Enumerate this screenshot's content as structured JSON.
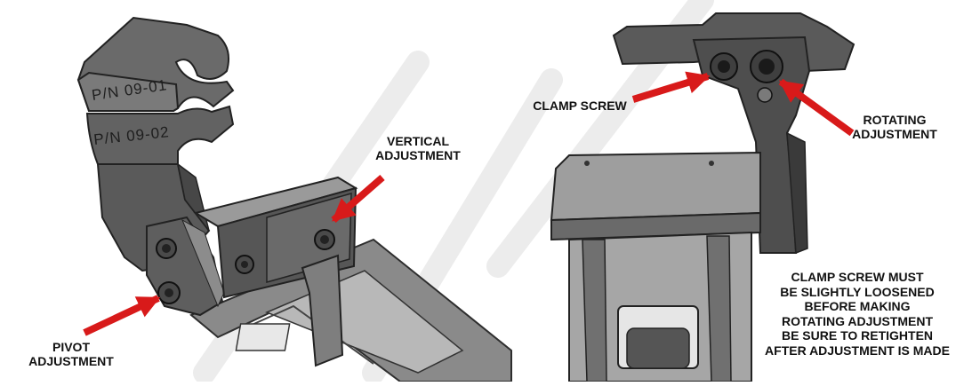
{
  "part_numbers": [
    "P/N  09-01",
    "P/N  09-02"
  ],
  "labels": {
    "vertical": [
      "VERTICAL",
      "ADJUSTMENT"
    ],
    "pivot": [
      "PIVOT",
      "ADJUSTMENT"
    ],
    "clamp_screw": "CLAMP SCREW",
    "rotating": [
      "ROTATING",
      "ADJUSTMENT"
    ],
    "note": [
      "CLAMP SCREW MUST",
      "BE SLIGHTLY LOOSENED",
      "BEFORE MAKING",
      "ROTATING ADJUSTMENT",
      "BE SURE TO RETIGHTEN",
      "AFTER ADJUSTMENT IS MADE"
    ]
  },
  "colors": {
    "arrow": "#d81a1a",
    "part_dark": "#4a4a4a",
    "part_mid": "#6e6e6e",
    "part_light": "#9a9a9a",
    "watermark": "#e6e6e6"
  },
  "icons": [
    "arrow-icon"
  ]
}
